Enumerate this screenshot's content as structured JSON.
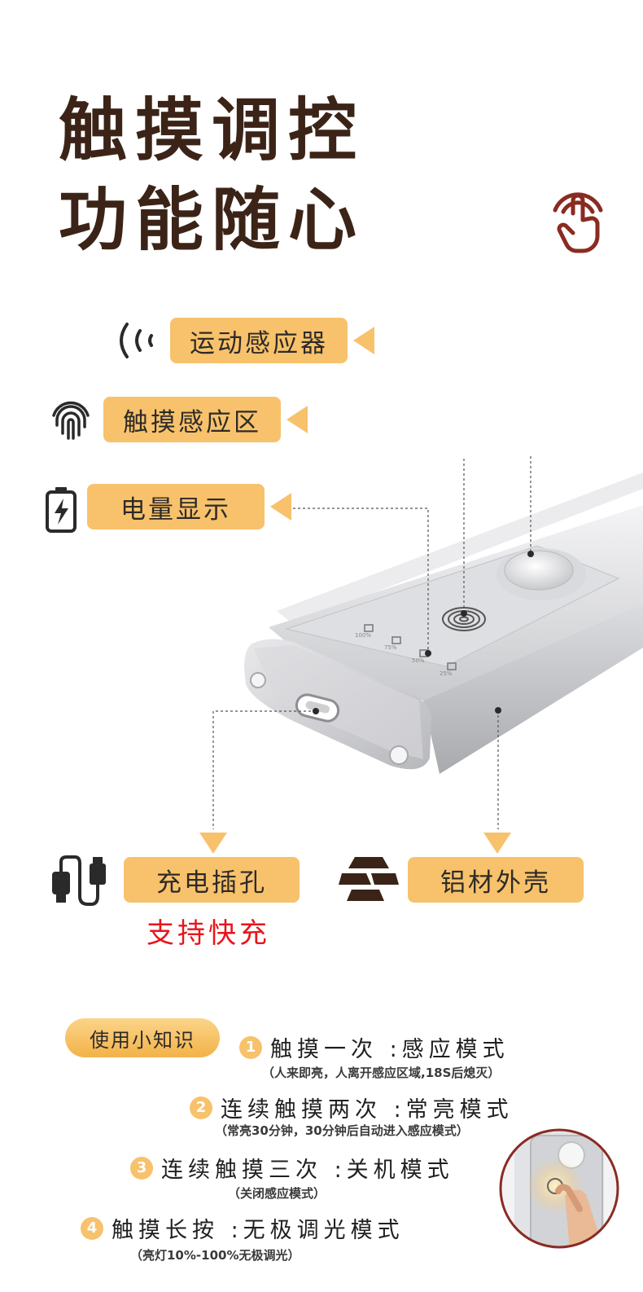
{
  "headline": {
    "line1": "触摸调控",
    "line2": "功能随心"
  },
  "callouts": {
    "motion_sensor": "运动感应器",
    "touch_area": "触摸感应区",
    "battery_display": "电量显示",
    "charging_port": "充电插孔",
    "aluminum_shell": "铝材外壳"
  },
  "fast_charge": "支持快充",
  "tips": {
    "badge": "使用小知识",
    "items": [
      {
        "num": "1",
        "title": "触摸一次 :感应模式",
        "note": "（人来即亮，人离开感应区域,18S后熄灭）"
      },
      {
        "num": "2",
        "title": "连续触摸两次 :常亮模式",
        "note": "（常亮30分钟，30分钟后自动进入感应模式）"
      },
      {
        "num": "3",
        "title": "连续触摸三次 :关机模式",
        "note": "（关闭感应模式）"
      },
      {
        "num": "4",
        "title": "触摸长按 :无极调光模式",
        "note": "（亮灯10%-100%无极调光）"
      }
    ]
  },
  "device_labels": [
    "100%",
    "75%",
    "50%",
    "25%"
  ],
  "colors": {
    "accent": "#f7c26b",
    "headline": "#3b2417",
    "icon": "#3b2417",
    "highlight_red": "#e8141b"
  },
  "icons": [
    "touch-hand-icon",
    "signal-waves-icon",
    "fingerprint-icon",
    "battery-charge-icon",
    "usb-cable-icon",
    "gold-bars-icon"
  ]
}
